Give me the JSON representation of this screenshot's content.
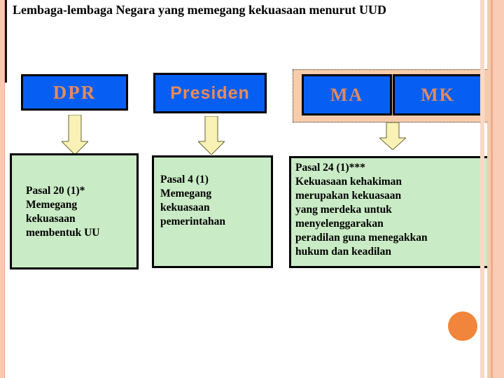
{
  "slide": {
    "title": "Lembaga-lembaga Negara yang memegang kekuasaan menurut UUD"
  },
  "org_boxes": {
    "dpr": "DPR",
    "presiden": "Presiden",
    "ma": "MA",
    "mk": "MK"
  },
  "detail_boxes": [
    {
      "lines": [
        "Pasal 20 (1)*",
        "Memegang",
        "kekuasaan",
        "membentuk UU"
      ]
    },
    {
      "lines": [
        "Pasal 4 (1)",
        "Memegang",
        "kekuasaan",
        "pemerintahan"
      ]
    },
    {
      "lines": [
        "Pasal 24 (1)***",
        "Kekuasaan kehakiman",
        "merupakan kekuasaan",
        "yang merdeka untuk",
        "menyelenggarakan",
        "peradilan guna menegakkan",
        "hukum dan keadilan"
      ]
    }
  ],
  "icons": {
    "down_arrow": "down-arrow-icon",
    "circle_decoration": "circle-icon"
  },
  "colors": {
    "box_blue": "#065FF2",
    "box_label_orange": "#E28A5C",
    "presiden_orange": "#ED8B55",
    "green_fill": "#C9EBC5",
    "peach_fill": "#F8CCAB",
    "left_stripe": "#F6C9B1",
    "stripe_light": "#F8D9C6",
    "stripe_mid": "#F4CBB1",
    "stripe_dark": "#EFAC8C",
    "stripe_wide": "#FACBB5",
    "arrow_yellow": "#F9F1B5",
    "arrow_outline": "#666633",
    "circle_orange": "#F0853B",
    "border_black": "#000000"
  }
}
